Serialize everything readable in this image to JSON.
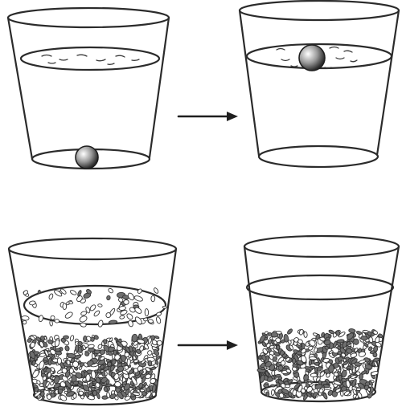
{
  "figure": {
    "panels": [
      {
        "id": "glass-top-left",
        "contents": "ball-at-bottom"
      },
      {
        "id": "glass-top-right",
        "contents": "ball-floating-at-surface"
      },
      {
        "id": "glass-bottom-left",
        "contents": "suspended-grains-above-settled-grains"
      },
      {
        "id": "glass-bottom-right",
        "contents": "all-grains-settled-clear-water"
      }
    ],
    "arrows": [
      {
        "id": "arrow-top",
        "from": "glass-top-left",
        "to": "glass-top-right"
      },
      {
        "id": "arrow-bottom",
        "from": "glass-bottom-left",
        "to": "glass-bottom-right"
      }
    ],
    "colors": {
      "ink": "#2b2b2b",
      "arrow": "#1f1f1f",
      "ball": "#555555",
      "grain": "#3a3a3a"
    }
  }
}
